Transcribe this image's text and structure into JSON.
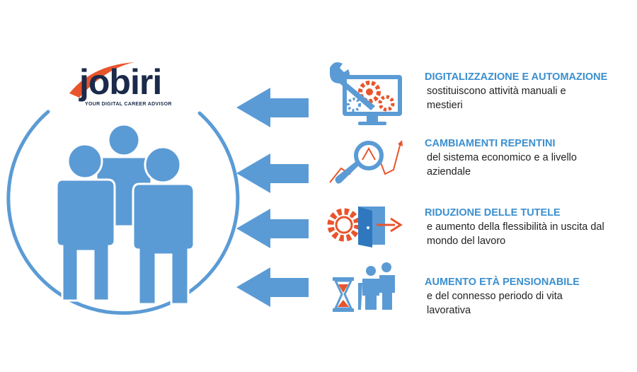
{
  "logo": {
    "wordmark": "jobiri",
    "tagline": "YOUR DIGITAL CAREER ADVISOR"
  },
  "colors": {
    "blue": "#5b9bd5",
    "title_blue": "#3b8fcf",
    "orange": "#e8552c",
    "navy": "#1b2a4a",
    "text": "#222222"
  },
  "items": [
    {
      "icon": "wrench-gears-monitor-icon",
      "title": "DIGITALIZZAZIONE E AUTOMAZIONE",
      "description": "sostituiscono attività manuali e mestieri"
    },
    {
      "icon": "magnifier-trend-icon",
      "title": "CAMBIAMENTI REPENTINI",
      "description": "del sistema economico e a livello aziendale"
    },
    {
      "icon": "gear-exit-door-icon",
      "title": "RIDUZIONE DELLE TUTELE",
      "description": "e aumento della flessibilità in uscita dal mondo del lavoro"
    },
    {
      "icon": "hourglass-elderly-couple-icon",
      "title": "AUMENTO ETÀ PENSIONABILE",
      "description": "e del connesso periodo di vita lavorativa"
    }
  ]
}
